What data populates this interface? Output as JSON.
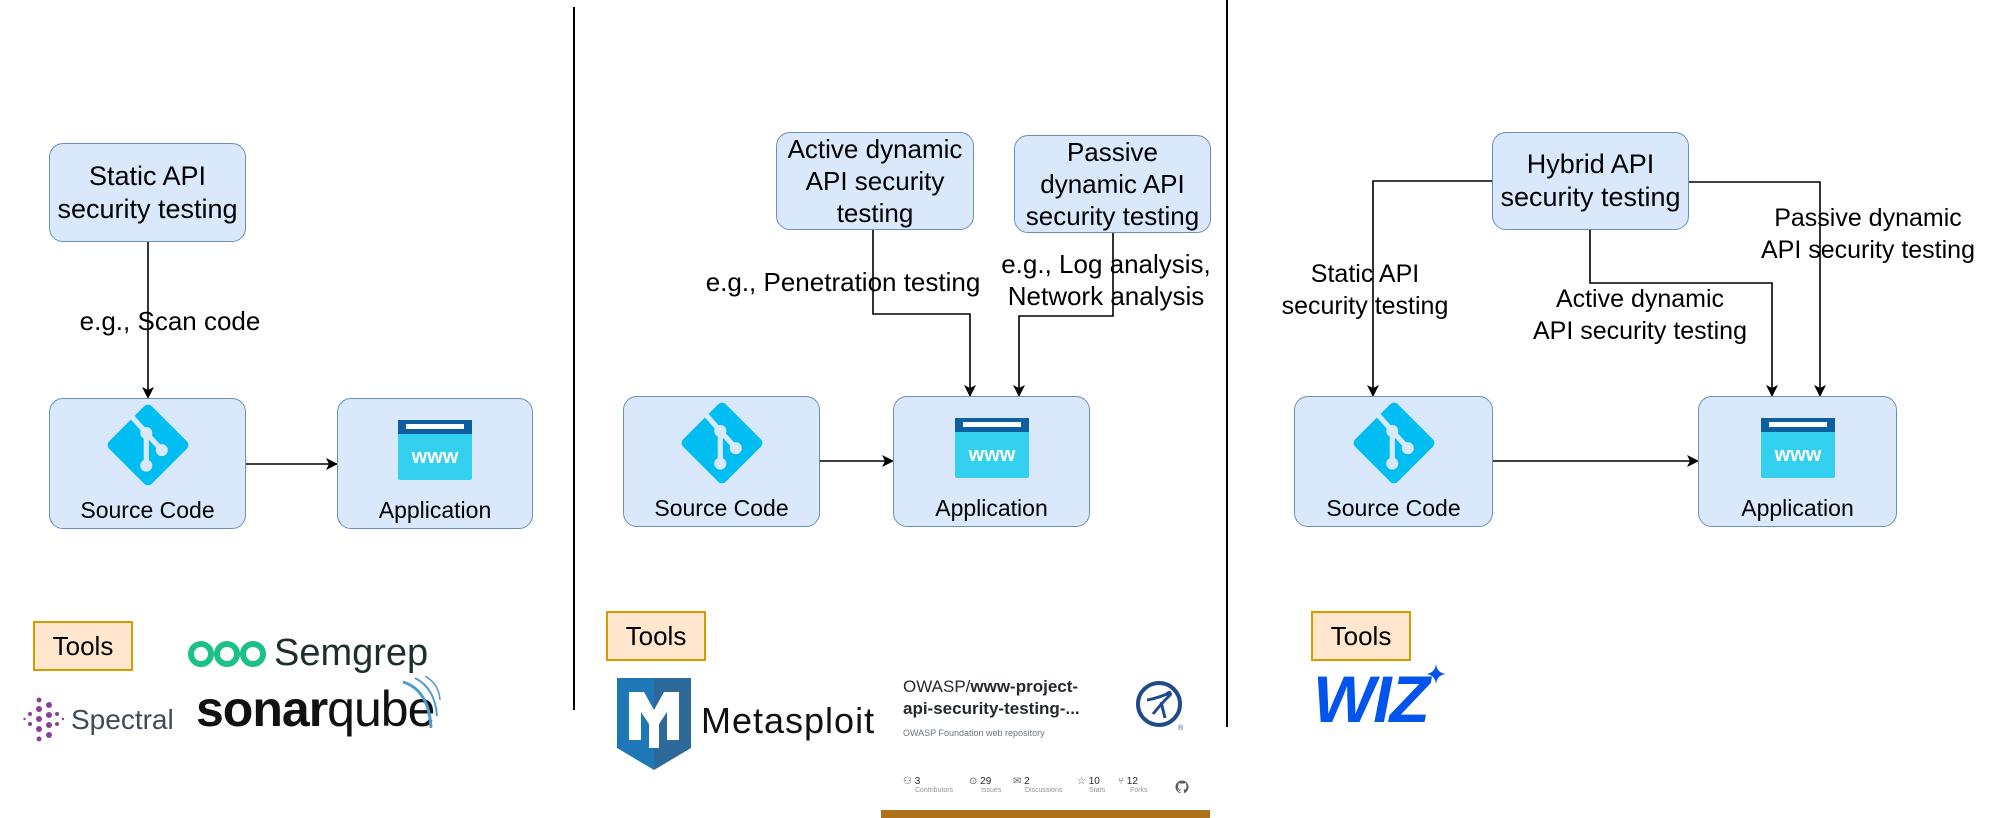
{
  "panels": [
    {
      "id": "static",
      "top_node": "Static API\nsecurity testing",
      "edge_label": "e.g., Scan code",
      "source_node": "Source Code",
      "app_node": "Application",
      "tools_label": "Tools",
      "tools": [
        "Semgrep",
        "Spectral",
        "sonarqube"
      ]
    },
    {
      "id": "dynamic",
      "active_node": "Active dynamic\nAPI security\ntesting",
      "passive_node": "Passive\ndynamic API\nsecurity testing",
      "active_edge_label": "e.g., Penetration testing",
      "passive_edge_label": "e.g., Log analysis,\nNetwork analysis",
      "source_node": "Source Code",
      "app_node": "Application",
      "tools_label": "Tools",
      "tools": [
        "Metasploit"
      ],
      "github_card": {
        "owner": "OWASP/",
        "repo": "www-project-\napi-security-testing-...",
        "repo_line1": "www-project-",
        "repo_line2": "api-security-testing-...",
        "description": "OWASP Foundation web repository",
        "stats": [
          {
            "icon": "people-icon",
            "glyph": "⚇",
            "value": "3",
            "label": "Contributors"
          },
          {
            "icon": "issue-icon",
            "glyph": "⊙",
            "value": "29",
            "label": "Issues"
          },
          {
            "icon": "discussion-icon",
            "glyph": "✉",
            "value": "2",
            "label": "Discussions"
          },
          {
            "icon": "star-icon",
            "glyph": "☆",
            "value": "10",
            "label": "Stars"
          },
          {
            "icon": "fork-icon",
            "glyph": "⑂",
            "value": "12",
            "label": "Forks"
          }
        ],
        "accent_bar_color": "#b0711c"
      }
    },
    {
      "id": "hybrid",
      "top_node": "Hybrid API\nsecurity testing",
      "static_edge_label": "Static API\nsecurity testing",
      "active_edge_label": "Active dynamic\nAPI security testing",
      "passive_edge_label": "Passive dynamic\nAPI security testing",
      "source_node": "Source Code",
      "app_node": "Application",
      "tools_label": "Tools",
      "tools": [
        "WIZ"
      ]
    }
  ],
  "icons": {
    "source": "git-icon",
    "app": "www-icon",
    "www_text": "www"
  },
  "colors": {
    "node_fill": "#dae8fc",
    "node_stroke": "#6c8ebf",
    "tools_fill": "#ffe6cc",
    "tools_stroke": "#d79b00",
    "git": "#00bef2",
    "www_light": "#33d0f0",
    "www_dark": "#0c5fa0",
    "semgrep": "#1cc08a",
    "spectral": "#8b3f98",
    "sonar_wave": "#4e9bcd",
    "metasploit_light": "#1e78b8",
    "metasploit_dark": "#2e6a99",
    "wiz": "#0254ec",
    "owasp": "#1f4a8c"
  }
}
